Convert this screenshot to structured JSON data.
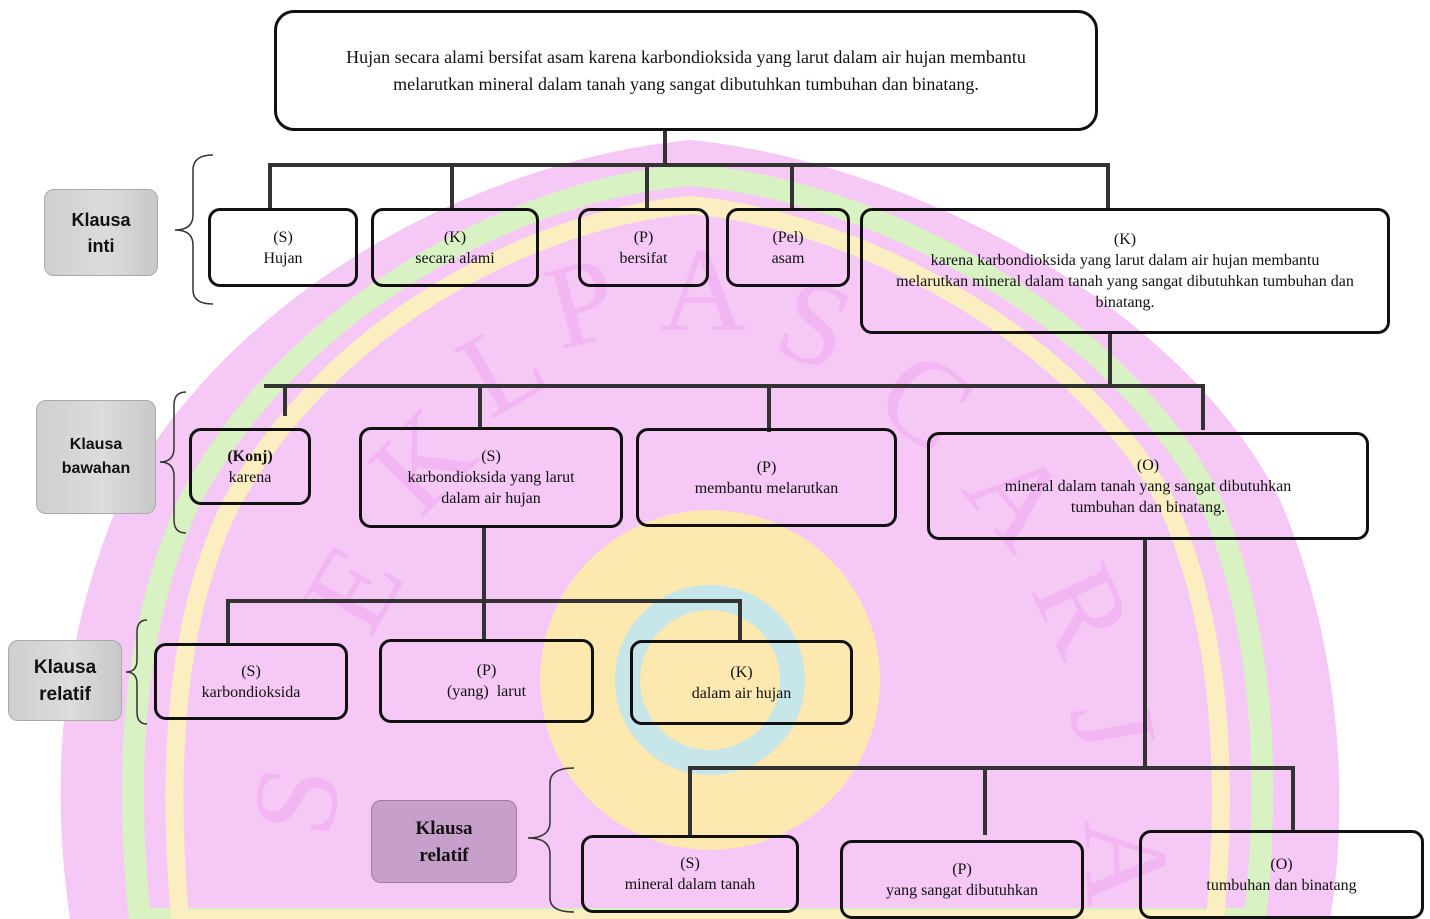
{
  "watermark": {
    "text": "SEKOLAH PASCASARJANA",
    "colors": {
      "bg": "#f6c8f6",
      "ring_green": "#d9f2c4",
      "ring_yellow": "#fbeec0",
      "sun": "#fde8b0",
      "emblem": "#c6e6ea"
    }
  },
  "root": {
    "text": "Hujan secara alami bersifat asam karena karbondioksida yang larut dalam air hujan membantu melarutkan mineral dalam tanah yang sangat dibutuhkan tumbuhan dan binatang."
  },
  "levels": {
    "inti": {
      "label_line1": "Klausa",
      "label_line2": "inti",
      "nodes": [
        {
          "role": "(S)",
          "text": "Hujan"
        },
        {
          "role": "(K)",
          "text": "secara alami"
        },
        {
          "role": "(P)",
          "text": "bersifat"
        },
        {
          "role": "(Pel)",
          "text": "asam"
        },
        {
          "role": "(K)",
          "text": "karena karbondioksida yang larut dalam air hujan membantu melarutkan mineral dalam tanah yang sangat dibutuhkan tumbuhan dan binatang."
        }
      ]
    },
    "bawahan": {
      "label_line1": "Klausa",
      "label_line2": "bawahan",
      "nodes": [
        {
          "role": "(Konj)",
          "text": "karena"
        },
        {
          "role": "(S)",
          "text": "karbondioksida yang larut dalam air hujan"
        },
        {
          "role": "(P)",
          "text": "membantu melarutkan"
        },
        {
          "role": "(O)",
          "text": "mineral dalam tanah yang sangat dibutuhkan tumbuhan dan binatang."
        }
      ]
    },
    "relatif1": {
      "label_line1": "Klausa",
      "label_line2": "relatif",
      "nodes": [
        {
          "role": "(S)",
          "text": "karbondioksida"
        },
        {
          "role": "(P)",
          "text": "(yang)  larut"
        },
        {
          "role": "(K)",
          "text": "dalam air hujan"
        }
      ]
    },
    "relatif2": {
      "label_line1": "Klausa",
      "label_line2": "relatif",
      "nodes": [
        {
          "role": "(S)",
          "text": "mineral dalam tanah"
        },
        {
          "role": "(P)",
          "text": "yang sangat dibutuhkan"
        },
        {
          "role": "(O)",
          "text": "tumbuhan dan binatang"
        }
      ]
    }
  }
}
